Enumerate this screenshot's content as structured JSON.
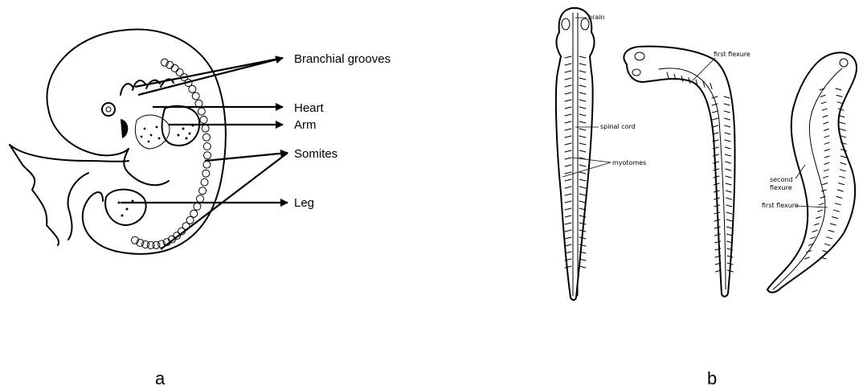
{
  "panel_a": {
    "letter": "a",
    "labels": {
      "branchial": "Branchial grooves",
      "heart": "Heart",
      "arm": "Arm",
      "somites": "Somites",
      "leg": "Leg"
    }
  },
  "panel_b": {
    "letter": "b",
    "labels": {
      "brain": "brain",
      "spinal_cord": "spinal cord",
      "myotomes": "myotomes",
      "first_flexure_top": "first flexure",
      "second_flexure_1": "second",
      "second_flexure_2": "flexure",
      "first_flexure_bottom": "first flexure"
    }
  }
}
